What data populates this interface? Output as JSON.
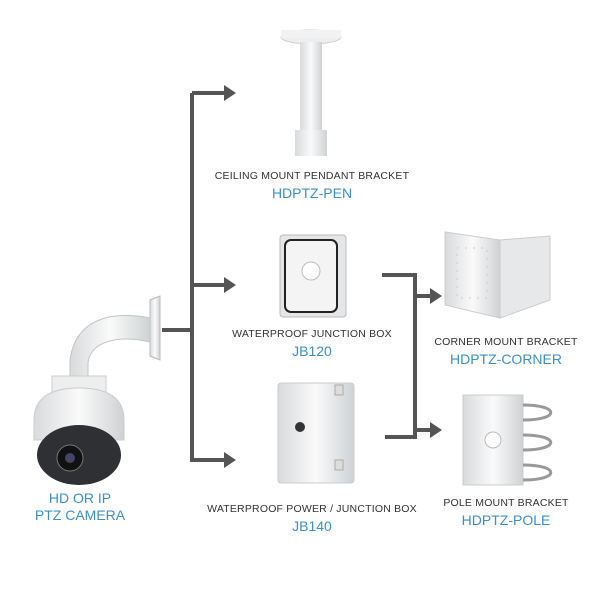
{
  "colors": {
    "connector": "#555555",
    "model_code": "#3b8fd1",
    "label": "#333333"
  },
  "camera": {
    "line1": "HD OR IP",
    "line2": "PTZ CAMERA"
  },
  "products": [
    {
      "name": "CEILING MOUNT PENDANT BRACKET",
      "code": "HDPTZ-PEN"
    },
    {
      "name": "WATERPROOF JUNCTION BOX",
      "code": "JB120"
    },
    {
      "name": "WATERPROOF POWER / JUNCTION BOX",
      "code": "JB140"
    },
    {
      "name": "CORNER MOUNT BRACKET",
      "code": "HDPTZ-CORNER"
    },
    {
      "name": "POLE MOUNT BRACKET",
      "code": "HDPTZ-POLE"
    }
  ]
}
